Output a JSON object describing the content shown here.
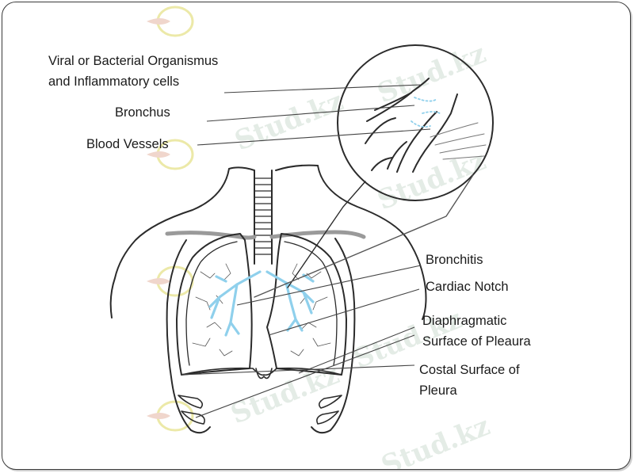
{
  "labels": {
    "organisms_line1": "Viral or Bacterial Organismus",
    "organisms_line2": "and Inflammatory cells",
    "bronchus": "Bronchus",
    "blood_vessels": "Blood Vessels",
    "bronchitis": "Bronchitis",
    "cardiac_notch": "Cardiac Notch",
    "diaphragmatic_line1": "Diaphragmatic",
    "diaphragmatic_line2": "Surface of Pleaura",
    "costal_line1": "Costal Surface of",
    "costal_line2": "Pleura"
  },
  "watermark": {
    "text": "Stud.kz"
  },
  "colors": {
    "outline": "#2b2b2b",
    "airway": "#8fd0ec",
    "callout_line": "#444444",
    "watermark": "#e4ece6",
    "logo_yellow": "#ece9a8",
    "logo_red": "#e8b4a4"
  }
}
